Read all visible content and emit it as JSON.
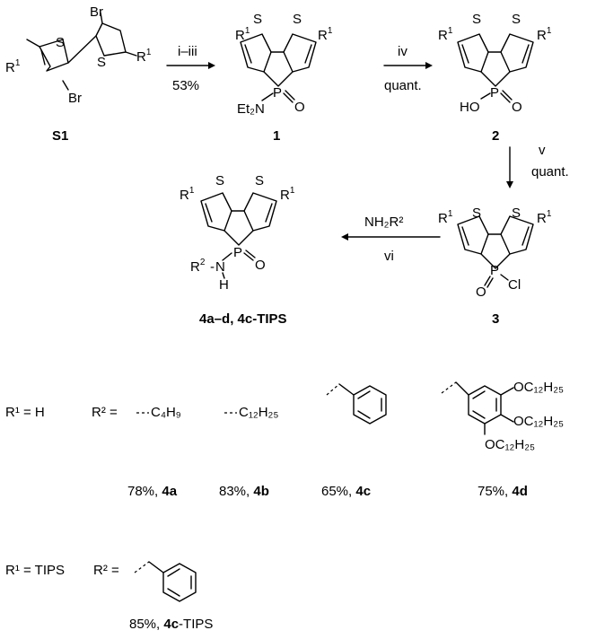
{
  "compounds": {
    "s1": {
      "label": "S1",
      "br_top": "Br",
      "br_bottom": "Br",
      "r_left": "R",
      "r_left_sup": "1",
      "r_right": "R",
      "r_right_sup": "1",
      "s_left": "S",
      "s_right": "S"
    },
    "c1": {
      "label": "1",
      "r_left": "R",
      "r_left_sup": "1",
      "r_right": "R",
      "r_right_sup": "1",
      "s_left": "S",
      "s_right": "S",
      "p": "P",
      "o": "O",
      "n_group": "Et₂N"
    },
    "c2": {
      "label": "2",
      "r_left": "R",
      "r_left_sup": "1",
      "r_right": "R",
      "r_right_sup": "1",
      "s_left": "S",
      "s_right": "S",
      "p": "P",
      "o": "O",
      "oh": "HO"
    },
    "c3": {
      "label": "3",
      "r_left": "R",
      "r_left_sup": "1",
      "r_right": "R",
      "r_right_sup": "1",
      "s_left": "S",
      "s_right": "S",
      "p": "P",
      "o": "O",
      "cl": "Cl"
    },
    "c4": {
      "label": "4a–d, 4c-TIPS",
      "r_left": "R",
      "r_left_sup": "1",
      "r_right": "R",
      "r_right_sup": "1",
      "s_left": "S",
      "s_right": "S",
      "p": "P",
      "o": "O",
      "n": "N",
      "h": "H",
      "r2": "R",
      "r2_sup": "2"
    }
  },
  "arrows": {
    "a1": {
      "top": "i–iii",
      "bottom": "53%"
    },
    "a2": {
      "top": "iv",
      "bottom": "quant."
    },
    "a3": {
      "top": "v",
      "bottom": "quant."
    },
    "a4": {
      "top": "NH₂R²",
      "bottom": "vi"
    }
  },
  "table": {
    "row1": {
      "r1": "R¹ = H",
      "r2_label": "R² =",
      "groups": [
        "C₄H₉",
        "C₁₂H₂₅"
      ],
      "ocgroups": [
        "OC₁₂H₂₅",
        "OC₁₂H₂₅",
        "OC₁₂H₂₅"
      ],
      "yields": [
        {
          "value": "78%, ",
          "compound": "4a"
        },
        {
          "value": "83%, ",
          "compound": "4b"
        },
        {
          "value": "65%, ",
          "compound": "4c"
        },
        {
          "value": "75%, ",
          "compound": "4d"
        }
      ]
    },
    "row2": {
      "r1": "R¹ = TIPS",
      "r2_label": "R² =",
      "yield": {
        "value": "85%, ",
        "compound": "4c",
        "suffix": "-TIPS"
      }
    }
  }
}
